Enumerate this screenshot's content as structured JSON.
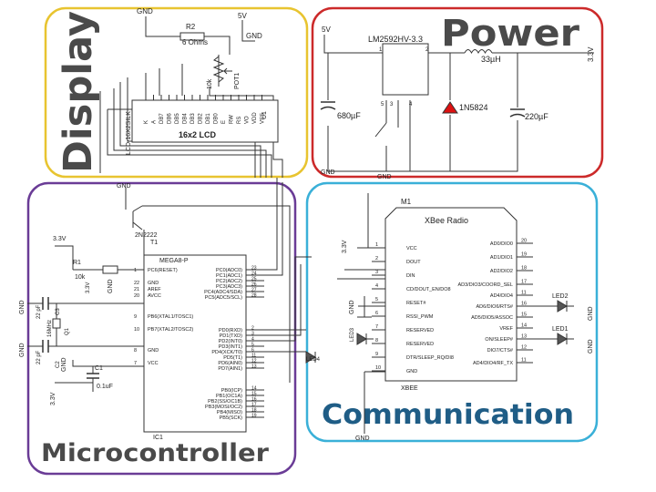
{
  "sections": {
    "display": "Display",
    "power": "Power",
    "microcontroller": "Microcontroller",
    "communication": "Communication"
  },
  "colors": {
    "display_border": "#e8c430",
    "power_border": "#cc2a2a",
    "micro_border": "#6a3c96",
    "comm_border": "#3ab0d8",
    "title_fill": "#4a4a4a",
    "comm_title_fill": "#1f5d86",
    "wire": "#333333"
  },
  "display": {
    "gnd": "GND",
    "r2": "R2",
    "r2_value": "6 Ohms",
    "vcc": "5V",
    "pot_value": "10k",
    "pot_name": "POT1",
    "gnd2": "GND",
    "lcd_part": "LCD-16X2SILK",
    "lcd_pins": [
      "K",
      "A",
      "DB7",
      "DB6",
      "DB5",
      "DB4",
      "DB3",
      "DB2",
      "DB1",
      "DB0",
      "E",
      "RW",
      "RS",
      "VO",
      "VDD",
      "VSS"
    ],
    "lcd_label": "16x2 LCD",
    "u1": "U1"
  },
  "power": {
    "vin": "5V",
    "regulator": "LM2592HV-3.3",
    "pin1": "1",
    "pin2": "2",
    "pin3": "3",
    "pin4": "4",
    "pin5": "5",
    "inductor": "33µH",
    "vout": "3.3V",
    "cap_in": "680µF",
    "diode": "1N5824",
    "cap_out": "220µF",
    "gnd_a": "GND",
    "gnd_b": "GND"
  },
  "micro": {
    "gnd_top": "GND",
    "transistor": "2N2222",
    "t1": "T1",
    "vcc": "3.3V",
    "r1": "R1",
    "r1_value": "10k",
    "chip": "MEGA8-P",
    "left_pins": [
      {
        "label": "PC6(RESET)",
        "num": "1"
      },
      {
        "label": "GND",
        "num": "22"
      },
      {
        "label": "AREF",
        "num": "21"
      },
      {
        "label": "AVCC",
        "num": "20"
      },
      {
        "label": "PB6(XTAL1/TOSC1)",
        "num": "9"
      },
      {
        "label": "PB7(XTAL2/TOSC2)",
        "num": "10"
      },
      {
        "label": "GND",
        "num": "8"
      },
      {
        "label": "VCC",
        "num": "7"
      }
    ],
    "right_pins": [
      {
        "label": "PC0(ADC0)",
        "num": "23"
      },
      {
        "label": "PC1(ADC1)",
        "num": "24"
      },
      {
        "label": "PC2(ADC2)",
        "num": "25"
      },
      {
        "label": "PC3(ADC3)",
        "num": "26"
      },
      {
        "label": "PC4(ADC4/SDA)",
        "num": "27"
      },
      {
        "label": "PC5(ADC5/SCL)",
        "num": "28"
      },
      {
        "label": "PD0(RXD)",
        "num": "2"
      },
      {
        "label": "PD1(TXD)",
        "num": "3"
      },
      {
        "label": "PD2(INT0)",
        "num": "4"
      },
      {
        "label": "PD3(INT1)",
        "num": "5"
      },
      {
        "label": "PD4(XCK/T0)",
        "num": "6"
      },
      {
        "label": "PD5(T1)",
        "num": "11"
      },
      {
        "label": "PD6(AIN0)",
        "num": "12"
      },
      {
        "label": "PD7(AIN1)",
        "num": "13"
      },
      {
        "label": "PB0(ICP)",
        "num": "14"
      },
      {
        "label": "PB1(OC1A)",
        "num": "15"
      },
      {
        "label": "PB2(SS/OC1B)",
        "num": "16"
      },
      {
        "label": "PB3(MOSI/OC2)",
        "num": "17"
      },
      {
        "label": "PB4(MISO)",
        "num": "18"
      },
      {
        "label": "PB5(SCK)",
        "num": "19"
      }
    ],
    "ic": "IC1",
    "c1": "C1",
    "c1_value": "0.1uF",
    "c2": "C2",
    "c3": "C3",
    "c2_value": "22 pF",
    "c3_value": "22 pF",
    "crystal": "Q1",
    "crystal_value": "16MHz",
    "gnd_a": "GND",
    "gnd_b": "GND",
    "gnd_c": "GND",
    "gnd_d": "GND",
    "v33_a": "3.3V",
    "v33_b": "3.3V",
    "led4": "LED4"
  },
  "comm": {
    "m1": "M1",
    "title": "XBee Radio",
    "left_pins": [
      {
        "num": "1",
        "label": "VCC"
      },
      {
        "num": "2",
        "label": "DOUT"
      },
      {
        "num": "3",
        "label": "DIN"
      },
      {
        "num": "4",
        "label": "CD/DOUT_EN/DO8"
      },
      {
        "num": "5",
        "label": "RESET#"
      },
      {
        "num": "6",
        "label": "RSSI_PWM"
      },
      {
        "num": "7",
        "label": "RESERVED"
      },
      {
        "num": "8",
        "label": "RESERVED"
      },
      {
        "num": "9",
        "label": "DTR/SLEEP_RQ/DI8"
      },
      {
        "num": "10",
        "label": "GND"
      }
    ],
    "right_pins": [
      {
        "num": "20",
        "label": "AD0/DIO0"
      },
      {
        "num": "19",
        "label": "AD1/DIO1"
      },
      {
        "num": "18",
        "label": "AD2/DIO2"
      },
      {
        "num": "17",
        "label": "AD3/DIO3/COORD_SEL"
      },
      {
        "num": "11",
        "label": "AD4/DIO4"
      },
      {
        "num": "16",
        "label": "AD6/DIO6/RTS#"
      },
      {
        "num": "15",
        "label": "AD5/DIO5/ASSOC"
      },
      {
        "num": "14",
        "label": "VREF"
      },
      {
        "num": "13",
        "label": "ON/SLEEP#"
      },
      {
        "num": "12",
        "label": "DIO7/CTS#"
      },
      {
        "num": "11",
        "label": "AD4/DIO4/RF_TX"
      }
    ],
    "footer": "XBEE",
    "vcc": "3.3V",
    "gnd_a": "GND",
    "gnd_b": "GND",
    "gnd_c": "GND",
    "gnd_d": "GND",
    "led2": "LED2",
    "led1": "LED1",
    "led3": "LED3"
  }
}
